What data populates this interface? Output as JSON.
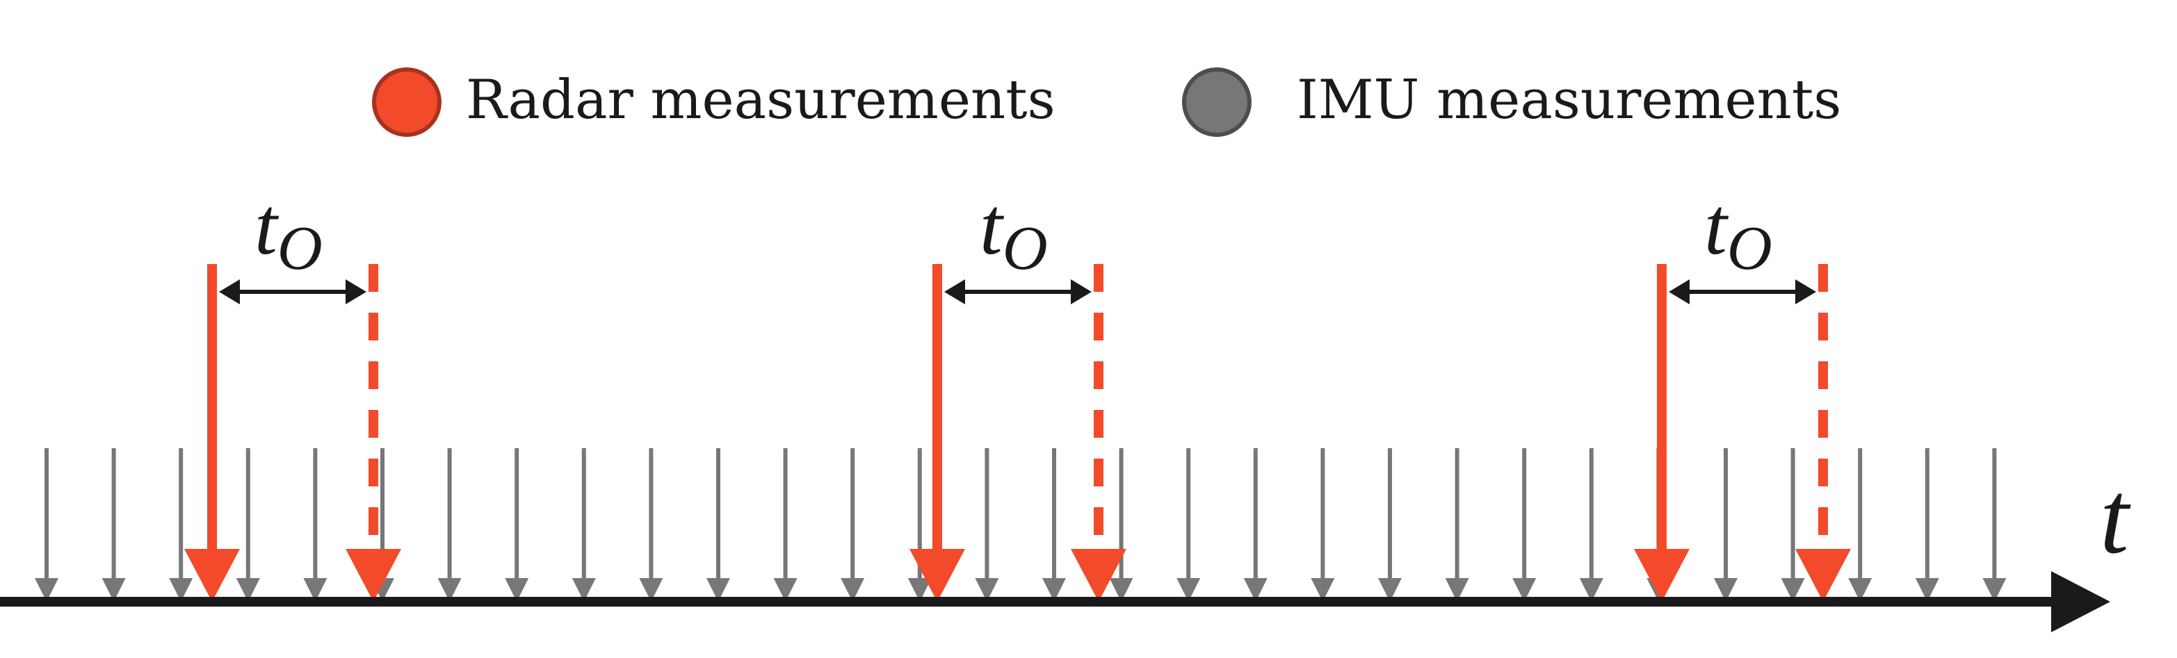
{
  "legend": {
    "radar_label": "Radar measurements",
    "imu_label": "IMU measurements"
  },
  "axis": {
    "label": "t"
  },
  "offset_label": {
    "main": "t",
    "subscript": "O"
  },
  "colors": {
    "radar": "#f24a2a",
    "radar_stroke": "#a8321f",
    "imu": "#777777",
    "imu_stroke": "#4d4d4d",
    "axis": "#1a1a1a"
  },
  "timeline": {
    "imu_tick_count": 30,
    "radar_pair_count": 3
  }
}
